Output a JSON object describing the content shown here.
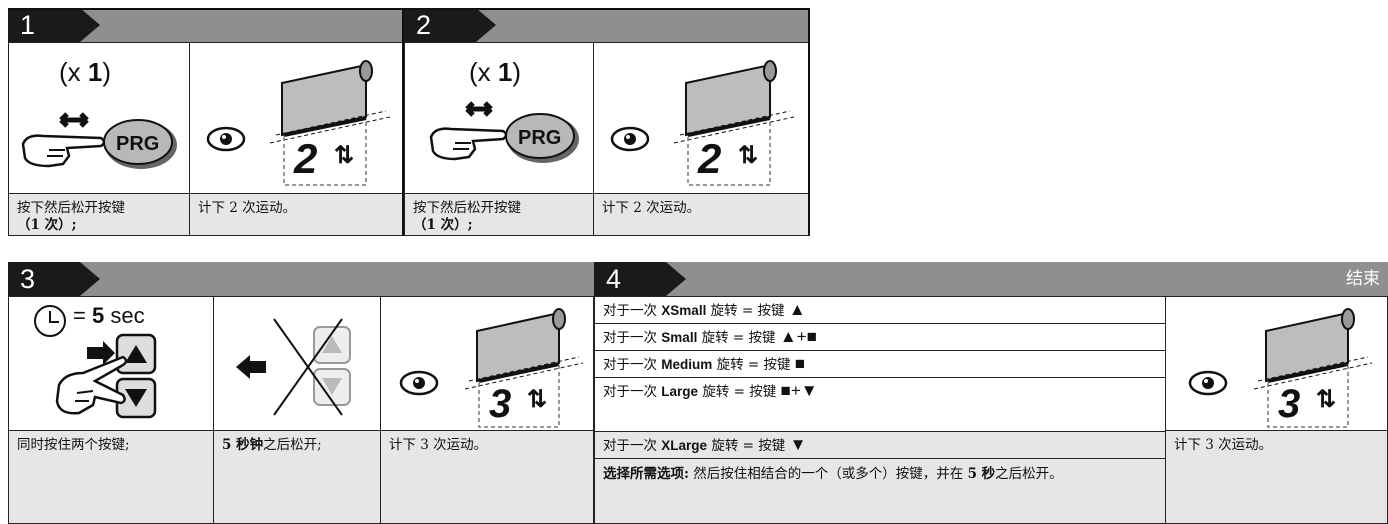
{
  "panels": [
    {
      "number": "1",
      "press_count_prefix": "(x ",
      "press_count_value": "1",
      "press_count_suffix": ")",
      "button_label": "PRG",
      "counter_value": "2",
      "step_text": "按下然后松开按键",
      "step_text_2": "（1 次）;",
      "count_text": "计下 2 次运动。"
    },
    {
      "number": "2",
      "press_count_prefix": "(x ",
      "press_count_value": "1",
      "press_count_suffix": ")",
      "button_label": "PRG",
      "counter_value": "2",
      "step_text": "按下然后松开按键",
      "step_text_2": "（1 次）;",
      "count_text": "计下 2 次运动。"
    }
  ],
  "panel3": {
    "number": "3",
    "timer_prefix": "= ",
    "timer_value": "5",
    "timer_unit": " sec",
    "hold_text": "同时按住两个按键;",
    "release_bold": "5 秒钟",
    "release_rest": "之后松开;",
    "counter_value": "3",
    "count_text": "计下 3 次运动。"
  },
  "panel4": {
    "number": "4",
    "end_label": "结束",
    "options": [
      {
        "pre": "对于一次 ",
        "size": "XSmall",
        "post": " 旋转 = 按键 ",
        "keys": "▲"
      },
      {
        "pre": "对于一次 ",
        "size": "Small",
        "post": " 旋转 = 按键 ",
        "keys": "▲+■"
      },
      {
        "pre": "对于一次 ",
        "size": "Medium",
        "post": " 旋转 = 按键 ",
        "keys": "■"
      },
      {
        "pre": "对于一次 ",
        "size": "Large",
        "post": " 旋转 = 按键 ",
        "keys": "■+▼"
      },
      {
        "pre": "对于一次 ",
        "size": "XLarge",
        "post": " 旋转 = 按键 ",
        "keys": "▼"
      }
    ],
    "note_bold": "选择所需选项:",
    "note_rest": " 然后按住相结合的一个（或多个）按键，并在 ",
    "note_bold2": "5 秒",
    "note_rest2": "之后松开。",
    "counter_value": "3",
    "count_text": "计下 3 次运动。"
  },
  "icons": [
    "hand-pointing-icon",
    "double-arrow-icon",
    "prg-button-icon",
    "eye-icon",
    "roller-blind-icon",
    "clock-icon",
    "up-key-icon",
    "down-key-icon",
    "arrow-right-icon",
    "arrow-left-icon",
    "cross-icon"
  ]
}
